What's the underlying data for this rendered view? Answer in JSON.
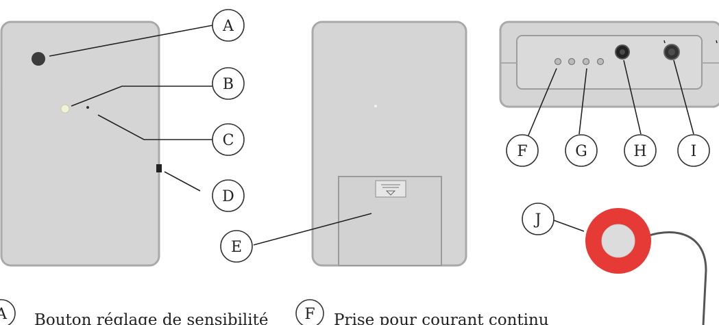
{
  "callouts": {
    "A": "A",
    "B": "B",
    "C": "C",
    "D": "D",
    "E": "E",
    "F": "F",
    "G": "G",
    "H": "H",
    "I": "I",
    "J": "J"
  },
  "legend": [
    {
      "letter": "A",
      "text": "Bouton réglage de sensibilité"
    },
    {
      "letter": "F",
      "text": "Prise pour courant continu"
    }
  ],
  "colors": {
    "device_fill": "#d4d4d4",
    "device_stroke": "#a8a8a8",
    "outline": "#555555",
    "sensor_ring": "#e53a35",
    "sensor_center": "#dcdcdc",
    "button_dark": "#3c3c3c"
  }
}
